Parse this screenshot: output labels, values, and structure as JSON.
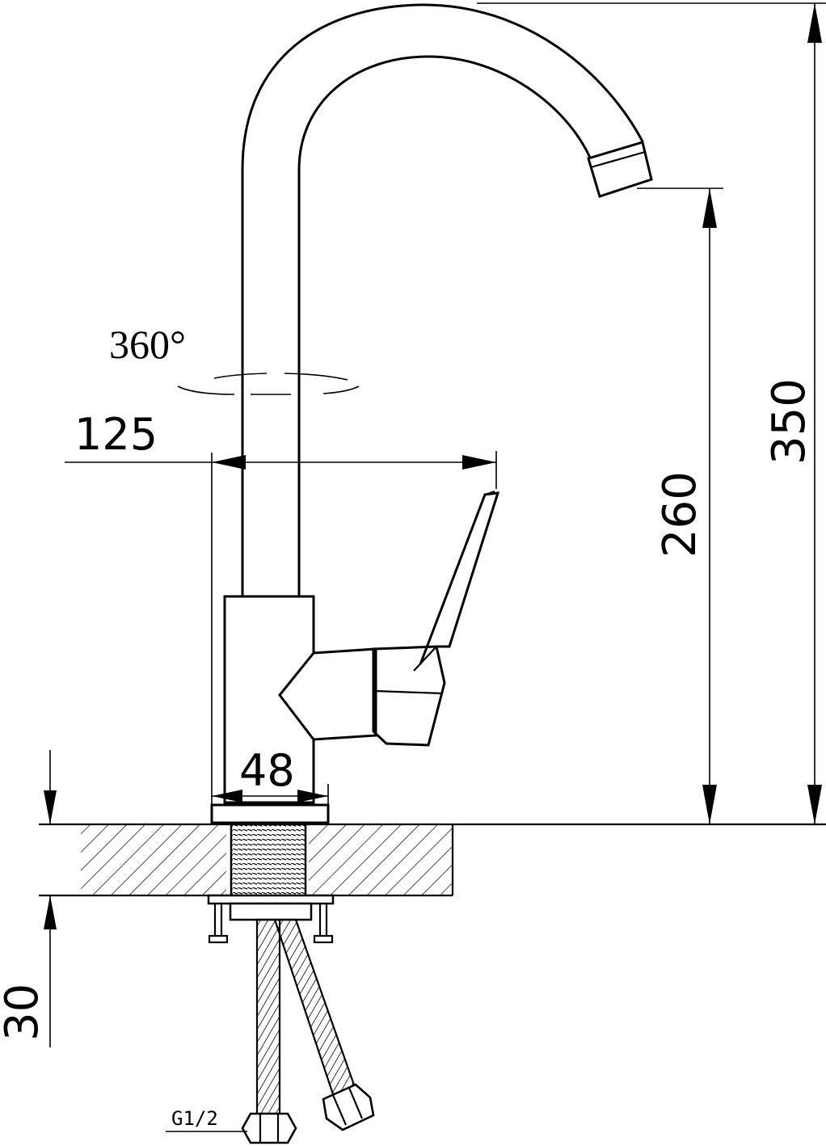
{
  "drawing": {
    "rotation_label": "360°",
    "dimensions": {
      "spout_reach": "125",
      "base_width": "48",
      "spout_outlet_height": "260",
      "total_height": "350",
      "thread_length": "30"
    },
    "connection_label": "G1/2"
  }
}
